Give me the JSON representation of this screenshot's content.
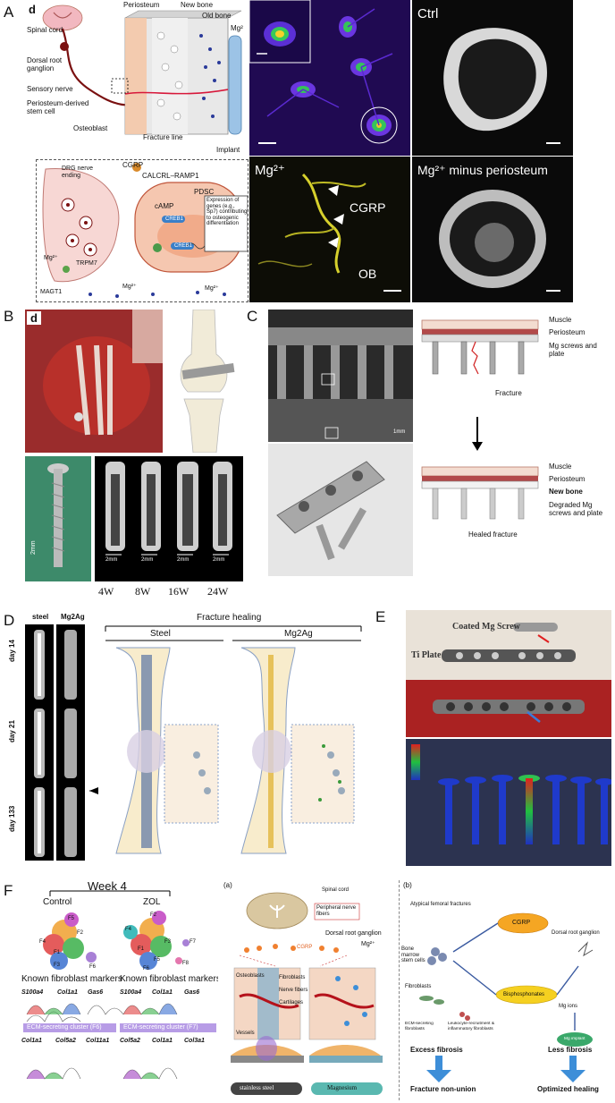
{
  "panels": {
    "A": {
      "label": "A",
      "schematic": {
        "tag": "d",
        "spinal_cord": "Spinal cord",
        "drg": "Dorsal root ganglion",
        "sensory_nerve": "Sensory nerve",
        "pdsc": "Periosteum-derived stem cell",
        "periosteum": "Periosteum",
        "new_bone": "New bone",
        "old_bone": "Old bone",
        "mg": "Mg²",
        "osteoblast": "Osteoblast",
        "fracture_line": "Fracture line",
        "implant": "Implant"
      },
      "inset": {
        "cgrp": "CGRP",
        "receptor": "CALCRL–RAMP1",
        "drg_ending": "DRG nerve ending",
        "pdsc": "PDSC",
        "camp": "cAMP",
        "creb1a": "CREB1",
        "creb1b": "CREB1",
        "expression": "Expression of genes (e.g., Sp7) contributing to osteogenic differentiation",
        "mg_left": "Mg²⁺",
        "trpm7": "TRPM7",
        "magt1": "MAGT1",
        "mg_mid": "Mg²⁺",
        "mg_right": "Mg²⁺"
      },
      "micro": {
        "mg": "Mg²⁺",
        "cgrp": "CGRP",
        "ob": "OB"
      },
      "ct": {
        "ctrl": "Ctrl",
        "minus": "Mg²⁺ minus periosteum"
      }
    },
    "B": {
      "label": "B",
      "tag": "d",
      "scale_vertical": "2mm",
      "screws": [
        {
          "week": "4W",
          "scale": "2mm"
        },
        {
          "week": "8W",
          "scale": "2mm"
        },
        {
          "week": "16W",
          "scale": "2mm"
        },
        {
          "week": "24W",
          "scale": "2mm"
        }
      ]
    },
    "C": {
      "label": "C",
      "scale": "1mm",
      "top_labels": [
        "Muscle",
        "Periosteum",
        "Mg screws and plate",
        "Fracture"
      ],
      "bottom_labels": [
        "Muscle",
        "Periosteum",
        "New bone",
        "Degraded Mg screws and plate",
        "Healed fracture"
      ]
    },
    "D": {
      "label": "D",
      "col_steel": "steel",
      "col_mg2ag": "Mg2Ag",
      "rows": [
        "day 14",
        "day 21",
        "day 133"
      ],
      "title": "Fracture healing",
      "sub_steel": "Steel",
      "sub_mg": "Mg2Ag"
    },
    "E": {
      "label": "E",
      "coated": "Coated Mg Screw",
      "plate": "Ti Plate"
    },
    "F": {
      "label": "F",
      "week": "Week 4",
      "control": "Control",
      "zol": "ZOL",
      "markers_title": "Known fibroblast markers",
      "genes_left_top": [
        "S100a4",
        "Col1a1",
        "Gas6"
      ],
      "genes_right_top": [
        "S100a4",
        "Col1a1",
        "Gas6"
      ],
      "cluster_left": "ECM-secreting cluster (F6)",
      "cluster_right": "ECM-secreting cluster (F7)",
      "genes_left_bot": [
        "Col1a1",
        "Col5a2",
        "Col11a1"
      ],
      "genes_right_bot": [
        "Col5a2",
        "Col1a1",
        "Col3a1"
      ],
      "clusters_left": [
        "F1",
        "F2",
        "F3",
        "F4",
        "F5",
        "F6"
      ],
      "clusters_right": [
        "F1",
        "F2",
        "F3",
        "F4",
        "F5",
        "F6",
        "F7",
        "F8"
      ],
      "mid": {
        "tag": "(a)",
        "spinal": "Spinal cord",
        "peripheral": "Peripheral nerve fibers",
        "drg": "Dorsal root ganglion",
        "cgrp": "CGRP",
        "mg": "Mg²⁺",
        "osteoblasts": "Osteoblasts",
        "fibroblasts": "Fibroblasts",
        "nerve": "Nerve fibers",
        "cartilages": "Cartilages",
        "vessels": "Vessels",
        "steel": "stainless steel",
        "magnesium": "Magnesium"
      },
      "right": {
        "tag": "(b)",
        "atypical": "Atypical femoral fractures",
        "cgrp": "CGRP",
        "drg": "Dorsal root ganglion",
        "bms": "Bone marrow stem cells",
        "fibro": "Fibroblasts",
        "bisph": "Bisphosphonates",
        "mgions": "Mg ions",
        "ecm": "ECM-secreting fibroblasts",
        "leuko": "Leukocyte-recruitment & inflammatory fibroblasts",
        "implant": "Mg implant",
        "excess": "Excess fibrosis",
        "less": "Less fibrosis",
        "nonunion": "Fracture non-union",
        "optimized": "Optimized healing"
      }
    }
  },
  "colors": {
    "bone": "#f2d9c4",
    "blood": "#b5121b",
    "fire_bg": "#2a0f5c",
    "yellow": "#d8d42a",
    "purple_band": "#b79ce6",
    "blue_arrow": "#3d8ed8"
  }
}
